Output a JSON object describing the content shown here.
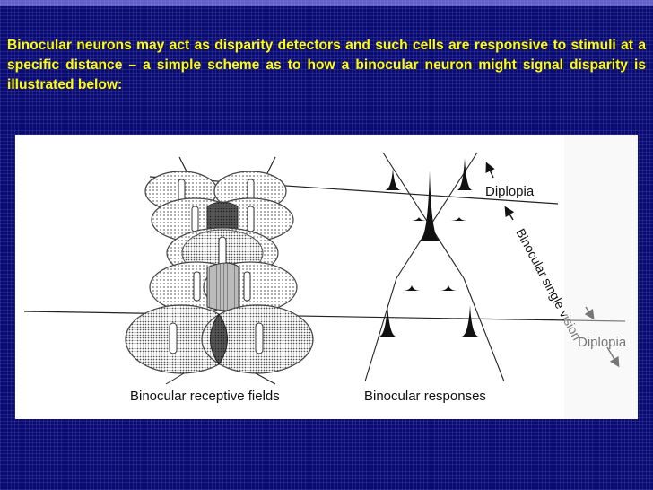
{
  "slide": {
    "caption": "Binocular neurons may act as disparity detectors and such cells are responsive to stimuli at a specific distance – a simple scheme as to how a binocular neuron might signal disparity is illustrated below:"
  },
  "figure": {
    "label_receptive_fields": "Binocular  receptive  fields",
    "label_responses": "Binocular  responses",
    "label_diplopia_top": "Diplopia",
    "label_diplopia_bottom": "Diplopia",
    "label_binocular_single_vision": "Binocular single vision"
  },
  "colors": {
    "background": "#0b0b6e",
    "caption_text": "#ffff00",
    "figure_background": "#ffffff"
  }
}
